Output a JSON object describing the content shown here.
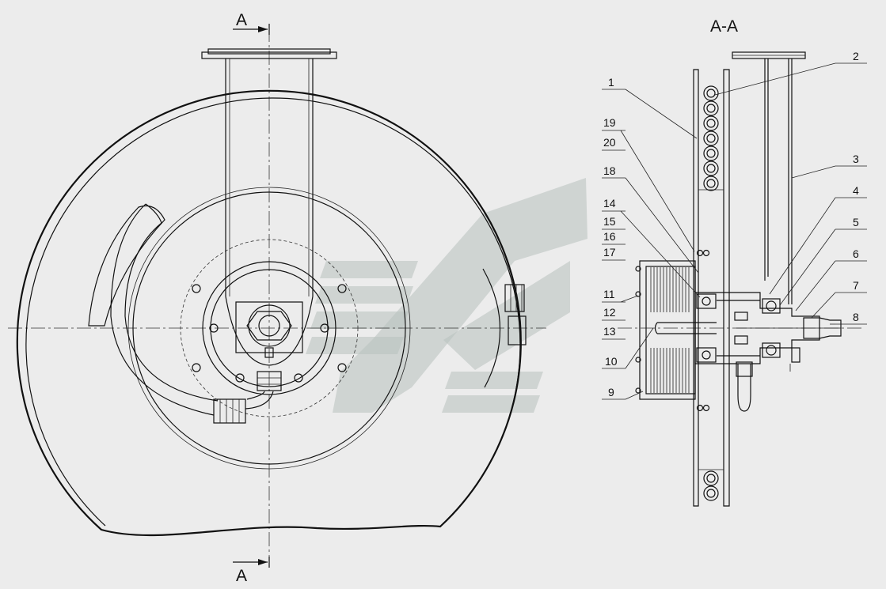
{
  "section_marks": {
    "top": "A",
    "bottom": "A",
    "section_title": "A-A"
  },
  "callouts": [
    {
      "id": "c1",
      "label": "1"
    },
    {
      "id": "c2",
      "label": "2"
    },
    {
      "id": "c3",
      "label": "3"
    },
    {
      "id": "c4",
      "label": "4"
    },
    {
      "id": "c5",
      "label": "5"
    },
    {
      "id": "c6",
      "label": "6"
    },
    {
      "id": "c7",
      "label": "7"
    },
    {
      "id": "c8",
      "label": "8"
    },
    {
      "id": "c9",
      "label": "9"
    },
    {
      "id": "c10",
      "label": "10"
    },
    {
      "id": "c11",
      "label": "11"
    },
    {
      "id": "c12",
      "label": "12"
    },
    {
      "id": "c13",
      "label": "13"
    },
    {
      "id": "c14",
      "label": "14"
    },
    {
      "id": "c15",
      "label": "15"
    },
    {
      "id": "c16",
      "label": "16"
    },
    {
      "id": "c17",
      "label": "17"
    },
    {
      "id": "c18",
      "label": "18"
    },
    {
      "id": "c19",
      "label": "19"
    },
    {
      "id": "c20",
      "label": "20"
    }
  ]
}
